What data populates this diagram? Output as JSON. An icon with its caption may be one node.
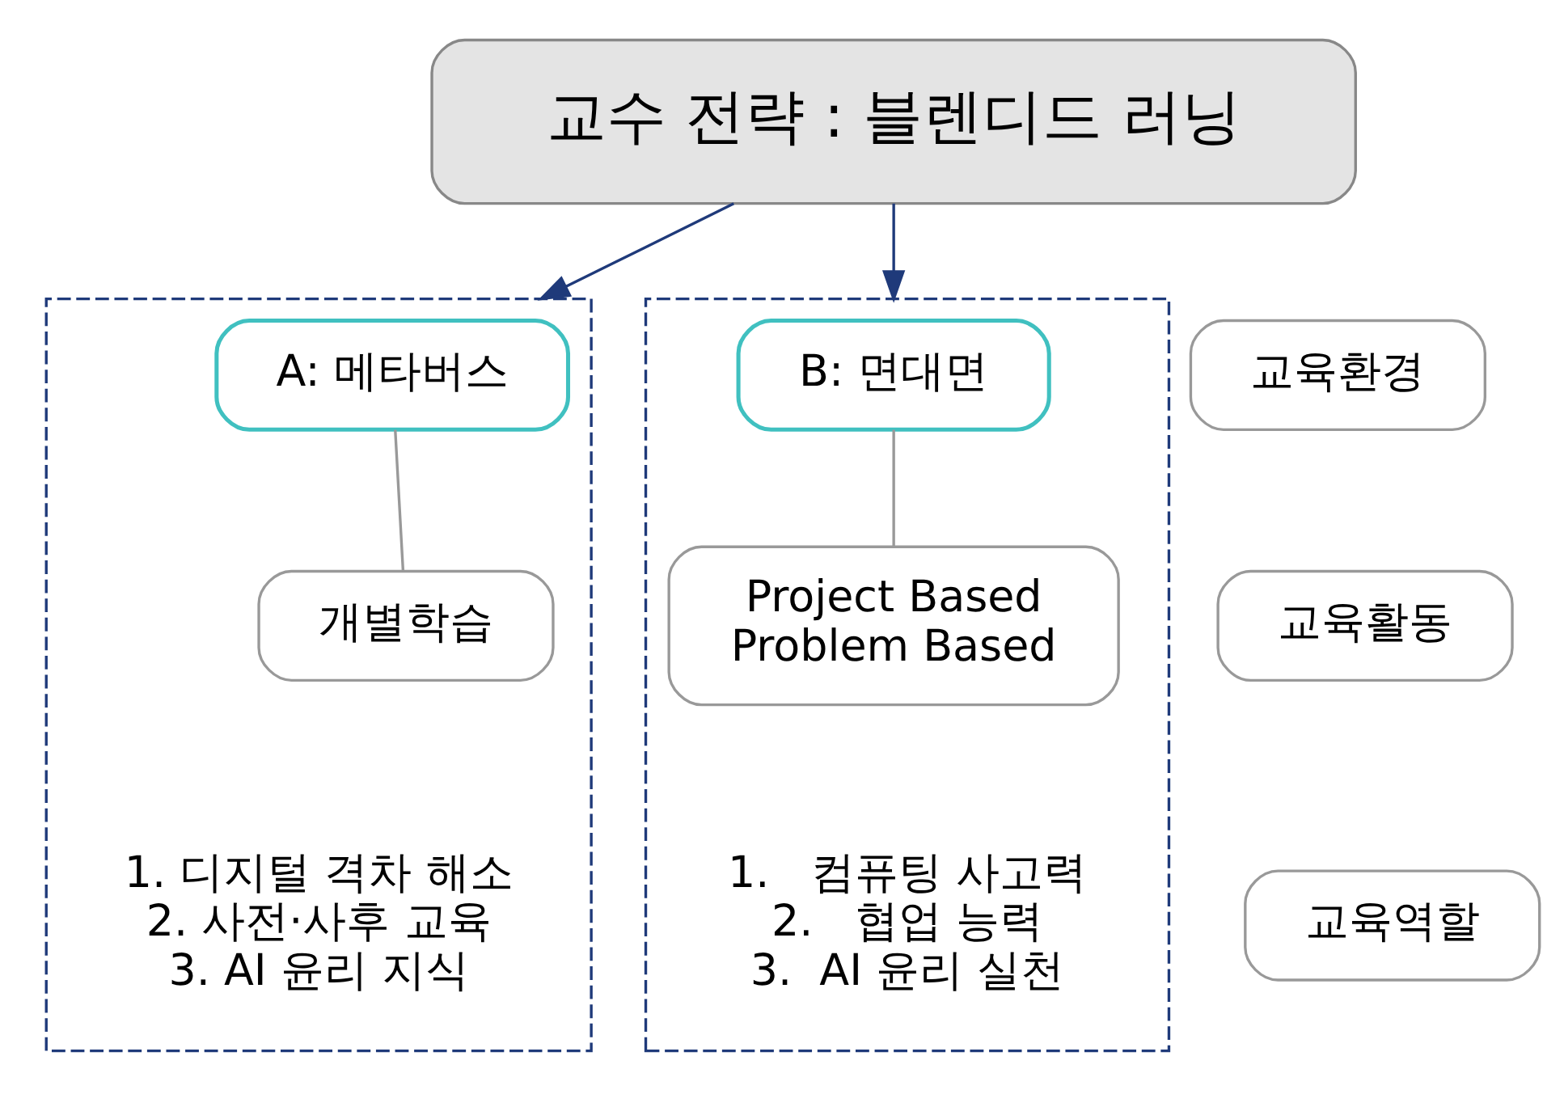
{
  "diagram": {
    "nodes": [
      {
        "text": [
          "교수 전략 : 블렌디드 러닝"
        ]
      },
      {
        "text": [
          "교육환경"
        ]
      },
      {
        "text": [
          "교육활동"
        ]
      },
      {
        "text": [
          "교육역할"
        ]
      },
      {
        "text": [],
        "shape": "box"
      },
      {
        "text": [
          "A: 메타버스"
        ],
        "in": 4
      },
      {
        "text": [
          "개별학습"
        ],
        "in": 4
      },
      {
        "text": [
          "1. 디지털 격차 해소",
          "2. 사전·사후 교육",
          "3. AI 윤리 지식"
        ],
        "in": 4
      },
      {
        "text": [],
        "shape": "box"
      },
      {
        "text": [
          "B: 면대면"
        ],
        "in": 8
      },
      {
        "text": [
          "Project Based",
          "Problem Based"
        ],
        "in": 8
      },
      {
        "text": [
          "1.   컴퓨팅 사고력",
          "2.   협업 능력",
          "3.  AI 윤리 실천"
        ],
        "in": 8
      }
    ],
    "edges": [
      {
        "from": 0,
        "to": 4,
        "arrow": "to"
      },
      {
        "from": 0,
        "to": 8,
        "arrow": "to"
      },
      {
        "from": 5,
        "to": 6,
        "arrow": "none",
        "color": "#999999"
      },
      {
        "from": 9,
        "to": 10,
        "arrow": "none",
        "color": "#999999"
      }
    ]
  }
}
